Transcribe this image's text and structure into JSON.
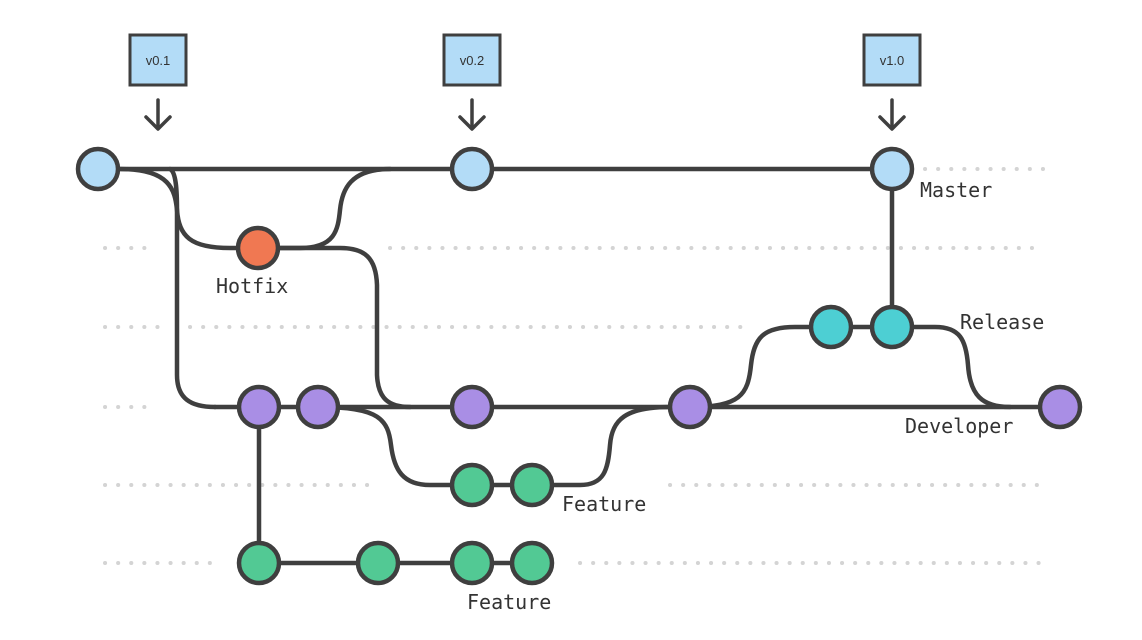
{
  "colors": {
    "master": "#b3dcf7",
    "hotfix": "#f07852",
    "release": "#4dcfd3",
    "developer": "#a98ee5",
    "feature": "#52c994",
    "tag_fill": "#b3dcf7",
    "line": "#3f3f3f",
    "guide": "#d4d4d4"
  },
  "tags": [
    {
      "id": "v01",
      "label": "v0.1"
    },
    {
      "id": "v02",
      "label": "v0.2"
    },
    {
      "id": "v10",
      "label": "v1.0"
    }
  ],
  "branches": [
    {
      "id": "master",
      "label": "Master"
    },
    {
      "id": "hotfix",
      "label": "Hotfix"
    },
    {
      "id": "release",
      "label": "Release"
    },
    {
      "id": "developer",
      "label": "Developer"
    },
    {
      "id": "feature1",
      "label": "Feature"
    },
    {
      "id": "feature2",
      "label": "Feature"
    }
  ],
  "icons": {
    "tag_pointer": "arrow-down-icon"
  }
}
